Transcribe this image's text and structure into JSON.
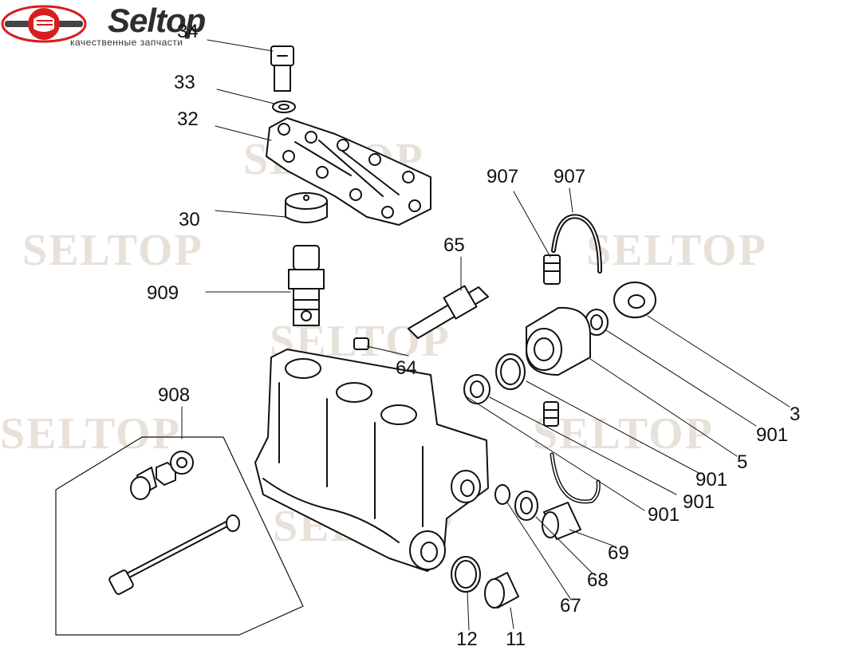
{
  "logo": {
    "brand": "Seltop",
    "tagline": "качественные запчасти"
  },
  "watermark": "SELTOP",
  "callouts": [
    {
      "id": "34"
    },
    {
      "id": "33"
    },
    {
      "id": "32"
    },
    {
      "id": "30"
    },
    {
      "id": "909"
    },
    {
      "id": "908"
    },
    {
      "id": "65"
    },
    {
      "id": "64"
    },
    {
      "id": "907a"
    },
    {
      "id": "907b"
    },
    {
      "id": "3"
    },
    {
      "id": "901a"
    },
    {
      "id": "5"
    },
    {
      "id": "901b"
    },
    {
      "id": "901c"
    },
    {
      "id": "901d"
    },
    {
      "id": "69"
    },
    {
      "id": "68"
    },
    {
      "id": "67"
    },
    {
      "id": "12"
    },
    {
      "id": "11"
    }
  ],
  "labels": {
    "c34": "34",
    "c33": "33",
    "c32": "32",
    "c30": "30",
    "c909": "909",
    "c908": "908",
    "c65": "65",
    "c64": "64",
    "c907a": "907",
    "c907b": "907",
    "c3": "3",
    "c901a": "901",
    "c5": "5",
    "c901b": "901",
    "c901c": "901",
    "c901d": "901",
    "c69": "69",
    "c68": "68",
    "c67": "67",
    "c12": "12",
    "c11": "11"
  }
}
